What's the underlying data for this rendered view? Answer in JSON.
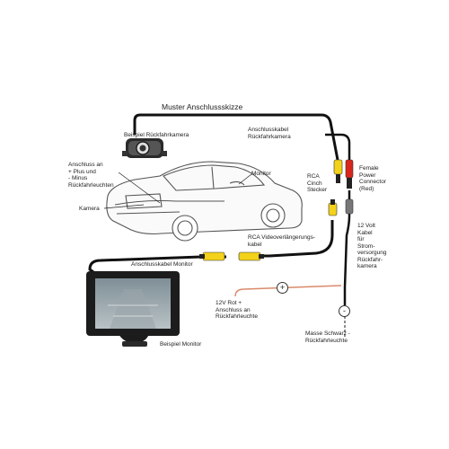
{
  "diagram": {
    "title": "Muster Anschlussskizze",
    "labels": {
      "beispiel_kamera": "Beispiel Rückfahrkamera",
      "anschlusskabel_kamera": "Anschlusskabel\nRückfahrkamera",
      "anschluss_plus_minus": "Anschluss an\n+ Plus und\n- Minus\nRückfahrleuchten",
      "monitor": "Monitor",
      "kamera": "Kamera",
      "rca_cinch": "RCA\nCinch\nStecker",
      "female_power": "Female\nPower\nConnector\n(Red)",
      "rca_verlaengerung": "RCA Videoverlängerungs-\nkabel",
      "zwoelf_volt": "12 Volt\nKabel\nfür\nStrom-\nversorgung\nRückfahr-\nkamera",
      "anschlusskabel_monitor": "Anschlusskabel Monitor",
      "rot_plus": "12V Rot +\nAnschluss an\nRückfahrleuchte",
      "beispiel_monitor": "Beispiel Monitor",
      "masse_schwarz": "Masse Schwarz -\nRückfahrleuchte",
      "plus_symbol": "+",
      "minus_symbol": "-"
    },
    "colors": {
      "cable": "#111111",
      "plus_wire": "#d98a6a",
      "minus_wire": "#444444",
      "yellow_plug": "#f2d21b",
      "red_plug": "#d9261c",
      "car_line": "#555555",
      "monitor_body": "#1c1c1c"
    }
  }
}
